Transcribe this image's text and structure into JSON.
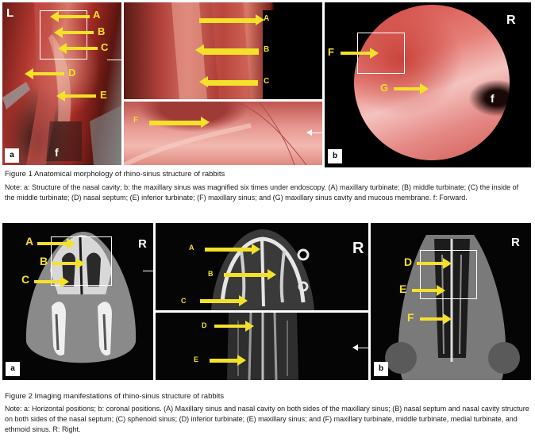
{
  "figure1": {
    "panel_a": {
      "corner_letter": "L",
      "labels": [
        "A",
        "B",
        "C",
        "D",
        "E"
      ],
      "tag": "a",
      "forward_label": "f"
    },
    "zoom_top_labels": [
      "A",
      "B",
      "C"
    ],
    "zoom_bottom_label": "F",
    "panel_b": {
      "corner_letter": "R",
      "labels": [
        "F",
        "G"
      ],
      "tag": "b",
      "forward_label": "f"
    },
    "caption_title": "Figure 1    Anatomical morphology of rhino-sinus structure of rabbits",
    "caption_note": "Note: a: Structure of the nasal cavity; b: the maxillary sinus was magnified six times under endoscopy. (A) maxillary turbinate; (B) middle turbinate; (C) the inside of the middle turbinate; (D) nasal septum; (E) inferior turbinate; (F) maxillary sinus; and (G) maxillary sinus cavity and mucous membrane. f: Forward."
  },
  "figure2": {
    "panel_a": {
      "corner_letter": "R",
      "labels": [
        "A",
        "B",
        "C"
      ],
      "tag": "a"
    },
    "zoom_top": {
      "corner_letter": "R",
      "labels": [
        "A",
        "B",
        "C"
      ]
    },
    "zoom_bottom_labels": [
      "D",
      "E"
    ],
    "panel_b": {
      "corner_letter": "R",
      "labels": [
        "D",
        "E",
        "F"
      ],
      "tag": "b"
    },
    "caption_title": "Figure 2    Imaging manifestations of rhino-sinus structure of rabbits",
    "caption_note": "Note: a: Horizontal positions; b: coronal positions. (A) Maxillary sinus and nasal cavity on both sides of the maxillary sinus; (B) nasal septum and nasal cavity structure on both sides of the nasal septum; (C) sphenoid sinus; (D) inferior turbinate; (E) maxillary sinus; and (F) maxillary turbinate, middle turbinate, medial turbinate, and ethmoid sinus. R: Right."
  },
  "colors": {
    "label_yellow": "#f4e12a",
    "tissue_red": "#b53a32",
    "endoscope_pink": "#e58a86",
    "ct_black": "#050505"
  }
}
